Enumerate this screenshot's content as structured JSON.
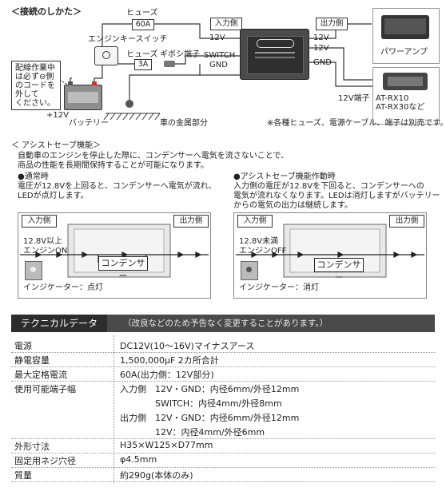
{
  "connection": {
    "title": "＜接続のしかた＞",
    "fuse_label_top": "ヒューズ",
    "fuse_value_top": "60A",
    "input_side": "入力側",
    "output_side": "出力側",
    "key_switch": "エンジンキースイッチ",
    "fuse_label_mid": "ヒューズ",
    "fuse_value_mid": "3A",
    "gibosi": "ギボシ端子",
    "term_12v": "12V",
    "term_switch": "SWITCH",
    "term_gnd": "GND",
    "out_12v_a": "12V",
    "out_12v_b": "12V",
    "out_gnd": "GND",
    "power_amp": "パワーアンプ",
    "terminal_12v": "12V端子",
    "rx_models_1": "AT-RX10",
    "rx_models_2": "AT-RX30など",
    "caution_1": "配線作業中",
    "caution_2": "は必ず⊖側",
    "caution_3": "のコードを",
    "caution_4": "外して",
    "caution_5": "ください。",
    "battery_plus": "+12V",
    "battery": "バッテリー",
    "chassis": "車の金属部分",
    "note": "※各種ヒューズ、電源ケーブル、端子は別売です。"
  },
  "assist": {
    "title": "＜ アシストセーブ機能＞",
    "desc_1": "自動車のエンジンを停止した際に、コンデンサーへ電気を流さないことで、",
    "desc_2": "商品の性能を長期間保持することが可能になります。",
    "normal_head": "●通常時",
    "normal_1": "電圧が12.8Vを上回ると、コンデンサーへ電気が流れ、",
    "normal_2": "LEDが点灯します。",
    "active_head": "●アシストセーブ機能作動時",
    "active_1": "入力側の電圧が12.8Vを下回ると、コンデンサーへの",
    "active_2": "電気が流れなくなります。LEDは消灯しますがバッテリー",
    "active_3": "からの電気の出力は継続します。",
    "left_in": "入力側",
    "left_out": "出力側",
    "left_cond": "12.8V以上",
    "left_engine": "エンジンON",
    "left_capacitor": "コンデンサー",
    "left_indicator": "インジケーター：点灯",
    "right_in": "入力側",
    "right_out": "出力側",
    "right_cond": "12.8V未満",
    "right_engine": "エンジンOFF",
    "right_capacitor": "コンデンサー",
    "right_indicator": "インジケーター：消灯"
  },
  "tech": {
    "tab": "テクニカルデータ",
    "note": "（改良などのため予告なく変更することがあります。）",
    "rows": [
      {
        "label": "電源",
        "value": "DC12V(10〜16V)マイナスアース"
      },
      {
        "label": "静電容量",
        "value": "1,500,000μF 2カ所合計"
      },
      {
        "label": "最大定格電流",
        "value": "60A(出力側：12V部分)"
      },
      {
        "label": "使用可能端子幅",
        "value": "入力側　12V・GND：内径6mm/外径12mm"
      },
      {
        "label": "",
        "value": "　　　　SWITCH：内径4mm/外径8mm"
      },
      {
        "label": "",
        "value": "出力側　12V・GND：内径6mm/外径12mm"
      },
      {
        "label": "",
        "value": "　　　　12V：内径4mm/外径6mm"
      },
      {
        "label": "外形寸法",
        "value": "H35×W125×D77mm"
      },
      {
        "label": "固定用ネジ穴径",
        "value": "φ4.5mm"
      },
      {
        "label": "質量",
        "value": "約290g(本体のみ)"
      }
    ]
  }
}
